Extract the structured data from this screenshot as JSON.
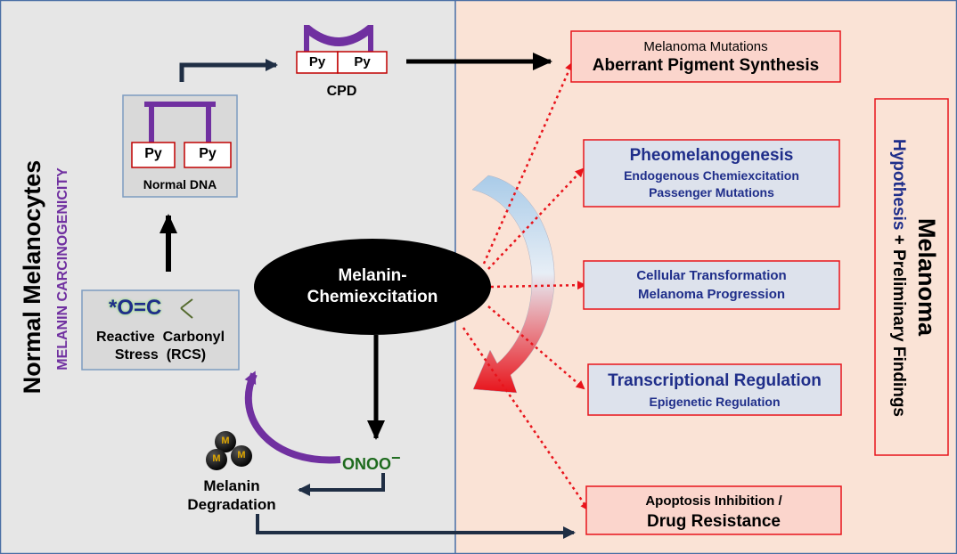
{
  "left_panel": {
    "title": "Normal Melanocytes",
    "subtitle": "MELANIN CARCINOGENICITY"
  },
  "right_panel": {
    "title": "Melanoma",
    "subtitle_part1": "Hypothesis",
    "subtitle_part2": " + Preliminary Findings"
  },
  "normal_dna": {
    "label": "Normal DNA",
    "py_left": "Py",
    "py_right": "Py"
  },
  "cpd": {
    "label": "CPD",
    "py_left": "Py",
    "py_right": "Py"
  },
  "rcs": {
    "formula_star": "*",
    "formula_main": "O=C",
    "line1": "Reactive  Carbonyl",
    "line2": "Stress  (RCS)"
  },
  "center_node": {
    "line1": "Melanin-",
    "line2": "Chemiexcitation"
  },
  "peroxynitrite": {
    "text": "ONOO",
    "charge": "−"
  },
  "melanin": {
    "granule_letter": "M",
    "line1": "Melanin",
    "line2": "Degradation"
  },
  "outcomes": [
    {
      "line1": "Melanoma Mutations",
      "line2": "Aberrant Pigment Synthesis"
    },
    {
      "line1": "Pheomelanogenesis",
      "line2": "Endogenous Chemiexcitation",
      "line3": "Passenger Mutations"
    },
    {
      "line1": "Cellular Transformation",
      "line2": "Melanoma Progression"
    },
    {
      "line1": "Transcriptional Regulation",
      "line2": "Epigenetic Regulation"
    },
    {
      "line1": "Apoptosis Inhibition /",
      "line2": "Drug Resistance"
    }
  ],
  "colors": {
    "left_bg": "#e6e6e6",
    "right_bg": "#fae3d6",
    "purple": "#7030a0",
    "navy": "#1f2e8a",
    "red_dotted": "#e8141b",
    "green": "#1e6b1e",
    "salmon_box": "#fbd5cc",
    "blue_box": "#dde2ec"
  }
}
